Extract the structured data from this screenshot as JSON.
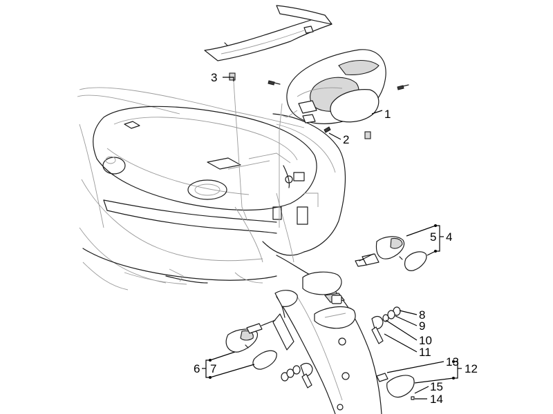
{
  "callouts": {
    "c1": "1",
    "c2": "2",
    "c3": "3",
    "c4": "4",
    "c5": "5",
    "c6": "6",
    "c7": "7",
    "c8": "8",
    "c9": "9",
    "c10": "10",
    "c11": "11",
    "c12": "12",
    "c13": "13",
    "c14": "14",
    "c15": "15"
  },
  "colors": {
    "line": "#1a1a1a",
    "background": "#ffffff",
    "shade": "#d8d8d8"
  }
}
